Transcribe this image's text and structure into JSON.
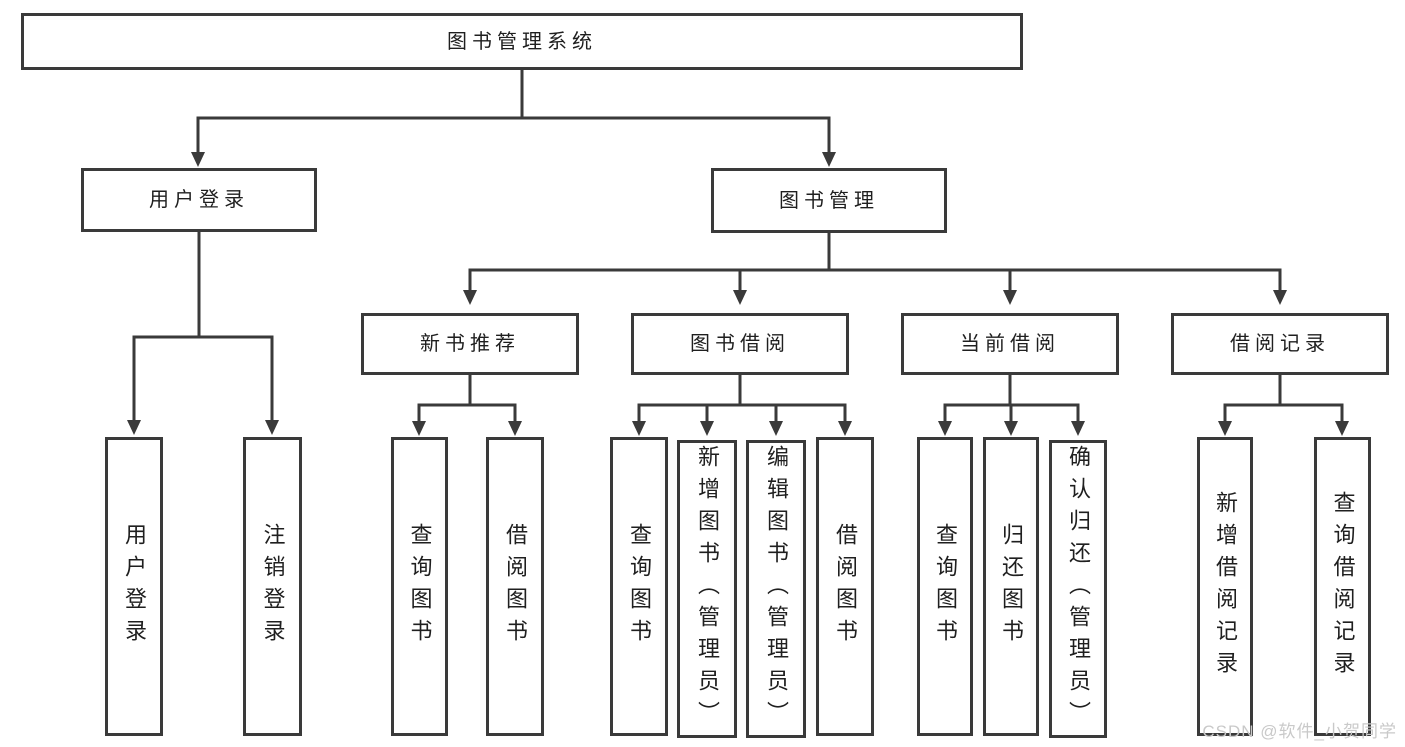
{
  "diagram": {
    "title": "图书管理系统",
    "nodes": {
      "root": "图书管理系统",
      "user_login": "用户登录",
      "book_mgmt": "图书管理",
      "new_book_rec": "新书推荐",
      "book_borrow": "图书借阅",
      "current_borrow": "当前借阅",
      "borrow_record": "借阅记录",
      "ul_user_login": "用户登录",
      "ul_logout": "注销登录",
      "nb_query_book": "查询图书",
      "nb_borrow_book": "借阅图书",
      "bb_query_book": "查询图书",
      "bb_add_book": "新增图书（管理员）",
      "bb_edit_book": "编辑图书（管理员）",
      "bb_borrow_book": "借阅图书",
      "cb_query_book": "查询图书",
      "cb_return_book": "归还图书",
      "cb_confirm_return": "确认归还（管理员）",
      "br_add_record": "新增借阅记录",
      "br_query_record": "查询借阅记录"
    },
    "tree": [
      {
        "parent": "图书管理系统",
        "children": [
          "用户登录",
          "图书管理"
        ]
      },
      {
        "parent": "用户登录",
        "children": [
          "用户登录",
          "注销登录"
        ]
      },
      {
        "parent": "图书管理",
        "children": [
          "新书推荐",
          "图书借阅",
          "当前借阅",
          "借阅记录"
        ]
      },
      {
        "parent": "新书推荐",
        "children": [
          "查询图书",
          "借阅图书"
        ]
      },
      {
        "parent": "图书借阅",
        "children": [
          "查询图书",
          "新增图书（管理员）",
          "编辑图书（管理员）",
          "借阅图书"
        ]
      },
      {
        "parent": "当前借阅",
        "children": [
          "查询图书",
          "归还图书",
          "确认归还（管理员）"
        ]
      },
      {
        "parent": "借阅记录",
        "children": [
          "新增借阅记录",
          "查询借阅记录"
        ]
      }
    ]
  },
  "watermark": {
    "text": "CSDN @软件_小贺同学"
  },
  "colors": {
    "line": "#3a3a3a",
    "text": "#1f1f1f",
    "background": "#ffffff",
    "watermark": "#c9c9c9"
  }
}
